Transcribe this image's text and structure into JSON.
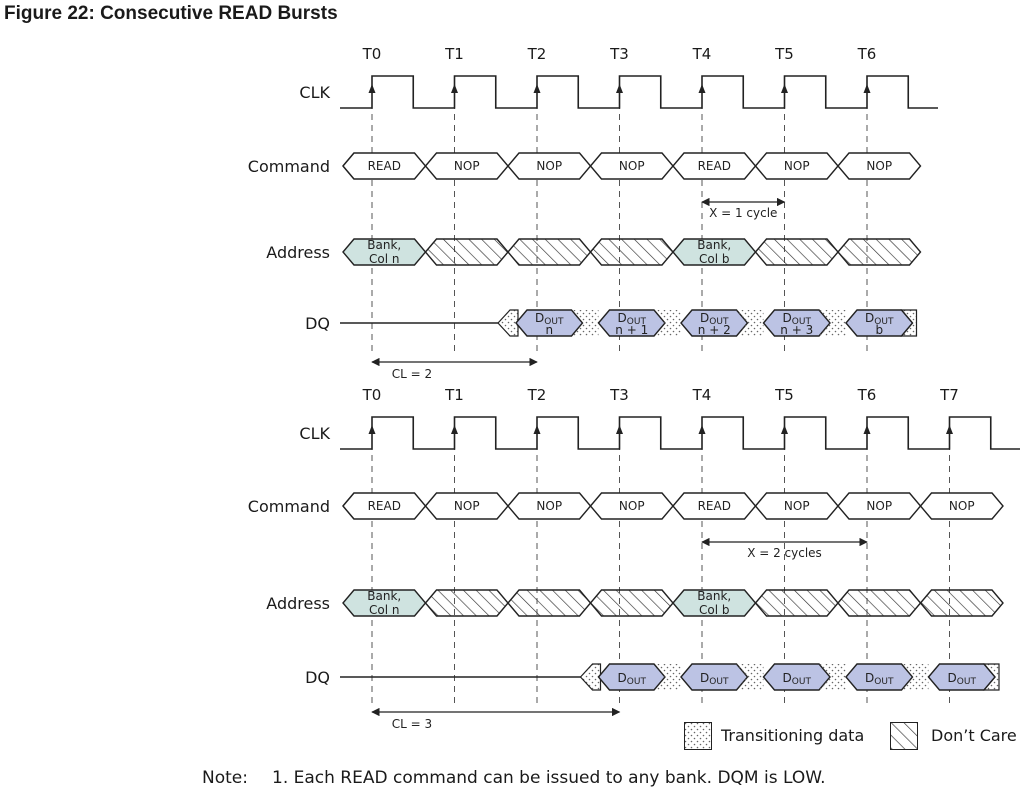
{
  "title": "Figure 22: Consecutive READ Bursts",
  "signals": {
    "clk": "CLK",
    "command": "Command",
    "address": "Address",
    "dq": "DQ"
  },
  "colors": {
    "address_fill": "#cfe3e0",
    "dq_fill": "#bcc3e4",
    "line": "#222222",
    "hatch": "#333333"
  },
  "panels": [
    {
      "id": "cl2",
      "clock_labels": [
        "T0",
        "T1",
        "T2",
        "T3",
        "T4",
        "T5",
        "T6"
      ],
      "commands": [
        "READ",
        "NOP",
        "NOP",
        "NOP",
        "READ",
        "NOP",
        "NOP"
      ],
      "address": [
        {
          "slot": 0,
          "lines": [
            "Bank,",
            "Col n"
          ]
        },
        {
          "slot": 4,
          "lines": [
            "Bank,",
            "Col b"
          ]
        }
      ],
      "dq": [
        {
          "sub": "OUT",
          "line2": "n"
        },
        {
          "sub": "OUT",
          "line2": "n + 1"
        },
        {
          "sub": "OUT",
          "line2": "n + 2"
        },
        {
          "sub": "OUT",
          "line2": "n + 3"
        },
        {
          "sub": "OUT",
          "line2": "b"
        }
      ],
      "x_annotation": "X = 1 cycle",
      "cl_annotation": "CL = 2"
    },
    {
      "id": "cl3",
      "clock_labels": [
        "T0",
        "T1",
        "T2",
        "T3",
        "T4",
        "T5",
        "T6",
        "T7"
      ],
      "commands": [
        "READ",
        "NOP",
        "NOP",
        "NOP",
        "READ",
        "NOP",
        "NOP",
        "NOP"
      ],
      "address": [
        {
          "slot": 0,
          "lines": [
            "Bank,",
            "Col n"
          ]
        },
        {
          "slot": 4,
          "lines": [
            "Bank,",
            "Col b"
          ]
        }
      ],
      "dq": [
        {
          "sub": "OUT",
          "line2": ""
        },
        {
          "sub": "OUT",
          "line2": ""
        },
        {
          "sub": "OUT",
          "line2": ""
        },
        {
          "sub": "OUT",
          "line2": ""
        },
        {
          "sub": "OUT",
          "line2": ""
        }
      ],
      "x_annotation": "X = 2 cycles",
      "cl_annotation": "CL = 3"
    }
  ],
  "legend": {
    "transitioning": "Transitioning data",
    "dont_care": "Don’t Care"
  },
  "note": {
    "label": "Note:",
    "text": "1. Each READ command can be issued to any bank. DQM is LOW."
  }
}
